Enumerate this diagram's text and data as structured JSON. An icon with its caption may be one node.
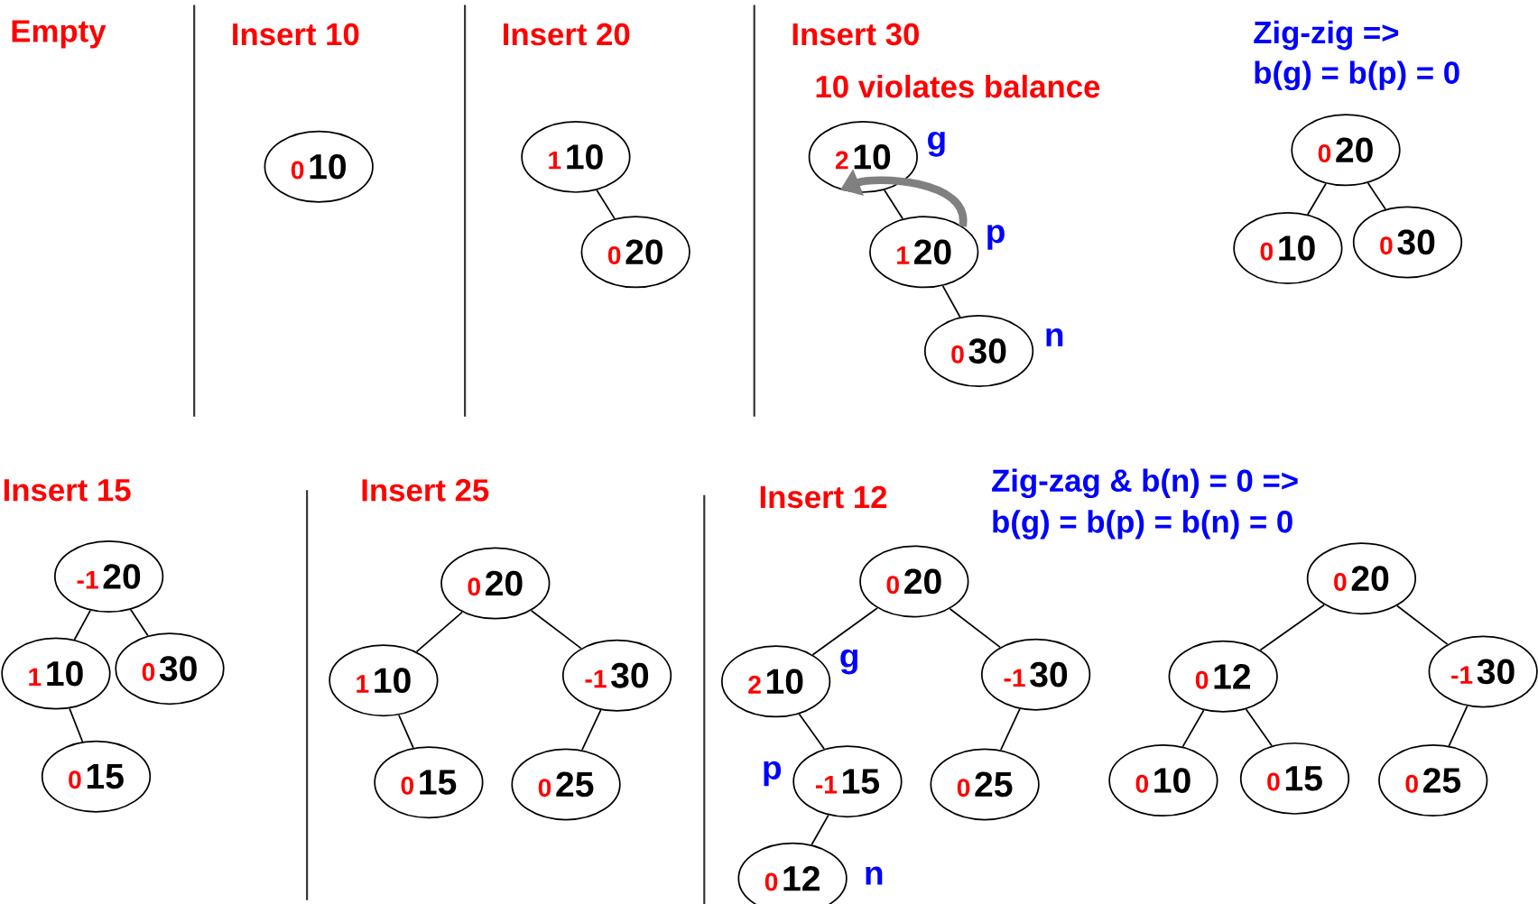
{
  "diagram": {
    "nodes": [
      {
        "text": [
          "0",
          "10"
        ]
      },
      {
        "text": [
          "1",
          "10"
        ]
      },
      {
        "text": [
          "0",
          "20"
        ]
      },
      {
        "text": [
          "2",
          "10"
        ],
        "beside": [
          "g"
        ]
      },
      {
        "text": [
          "1",
          "20"
        ],
        "beside": [
          "p"
        ]
      },
      {
        "text": [
          "0",
          "30"
        ],
        "beside": [
          "n"
        ]
      },
      {
        "text": [
          "0",
          "20"
        ]
      },
      {
        "text": [
          "0",
          "10"
        ]
      },
      {
        "text": [
          "0",
          "30"
        ]
      },
      {
        "text": [
          "-1",
          "20"
        ]
      },
      {
        "text": [
          "1",
          "10"
        ]
      },
      {
        "text": [
          "0",
          "30"
        ]
      },
      {
        "text": [
          "0",
          "15"
        ]
      },
      {
        "text": [
          "0",
          "20"
        ]
      },
      {
        "text": [
          "1",
          "10"
        ]
      },
      {
        "text": [
          "-1",
          "30"
        ]
      },
      {
        "text": [
          "0",
          "15"
        ]
      },
      {
        "text": [
          "0",
          "25"
        ]
      },
      {
        "text": [
          "0",
          "20"
        ]
      },
      {
        "text": [
          "2",
          "10"
        ],
        "beside": [
          "g"
        ]
      },
      {
        "text": [
          "-1",
          "30"
        ]
      },
      {
        "text": [
          "-1",
          "15"
        ],
        "beside": [
          "p"
        ]
      },
      {
        "text": [
          "0",
          "25"
        ]
      },
      {
        "text": [
          "0",
          "12"
        ],
        "beside": [
          "n"
        ]
      },
      {
        "text": [
          "0",
          "20"
        ]
      },
      {
        "text": [
          "0",
          "12"
        ]
      },
      {
        "text": [
          "-1",
          "30"
        ]
      },
      {
        "text": [
          "0",
          "10"
        ]
      },
      {
        "text": [
          "0",
          "15"
        ]
      },
      {
        "text": [
          "0",
          "25"
        ]
      }
    ],
    "edges": [
      {
        "from": 1,
        "to": 2,
        "arrow": "none"
      },
      {
        "from": 3,
        "to": 4,
        "arrow": "none"
      },
      {
        "from": 4,
        "to": 5,
        "arrow": "none"
      },
      {
        "from": 6,
        "to": 7,
        "arrow": "none"
      },
      {
        "from": 6,
        "to": 8,
        "arrow": "none"
      },
      {
        "from": 9,
        "to": 10,
        "arrow": "none"
      },
      {
        "from": 9,
        "to": 11,
        "arrow": "none"
      },
      {
        "from": 10,
        "to": 12,
        "arrow": "none"
      },
      {
        "from": 13,
        "to": 14,
        "arrow": "none"
      },
      {
        "from": 13,
        "to": 15,
        "arrow": "none"
      },
      {
        "from": 14,
        "to": 16,
        "arrow": "none"
      },
      {
        "from": 15,
        "to": 17,
        "arrow": "none"
      },
      {
        "from": 18,
        "to": 19,
        "arrow": "none"
      },
      {
        "from": 18,
        "to": 20,
        "arrow": "none"
      },
      {
        "from": 19,
        "to": 21,
        "arrow": "none"
      },
      {
        "from": 21,
        "to": 23,
        "arrow": "none"
      },
      {
        "from": 20,
        "to": 22,
        "arrow": "none"
      },
      {
        "from": 24,
        "to": 25,
        "arrow": "none"
      },
      {
        "from": 24,
        "to": 26,
        "arrow": "none"
      },
      {
        "from": 25,
        "to": 27,
        "arrow": "none"
      },
      {
        "from": 25,
        "to": 28,
        "arrow": "none"
      },
      {
        "from": 26,
        "to": 29,
        "arrow": "none"
      },
      {
        "from": 4,
        "to": 3,
        "arrow": "to",
        "style": "thick",
        "color": "#808080"
      }
    ],
    "labels": [
      "Empty",
      "Insert 10",
      "Insert 20",
      "Insert 30",
      "10 violates balance",
      "Zig-zig =>",
      "b(g) = b(p) = 0",
      "Insert 15",
      "Insert 25",
      "Insert 12",
      "Zig-zag & b(n) = 0 =>",
      "b(g) = b(p) = b(n) = 0"
    ]
  }
}
